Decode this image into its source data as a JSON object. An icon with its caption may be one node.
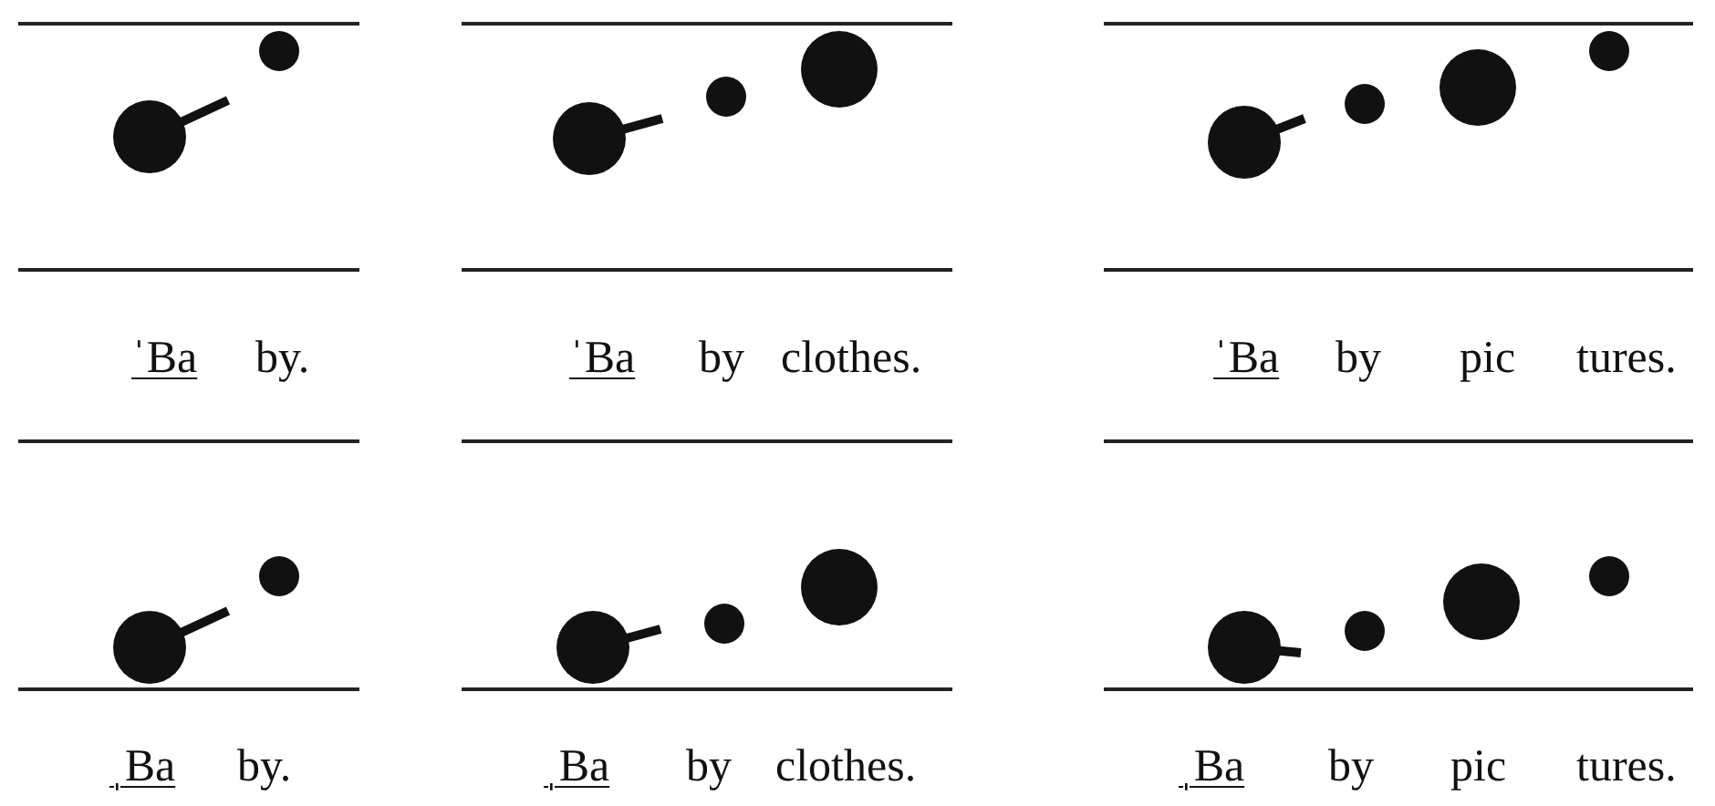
{
  "diagram": {
    "labels": [
      "ˈBa",
      "by.",
      "ˈBa",
      "by",
      "clothes.",
      "ˈBa",
      "by",
      "pic",
      "tures.",
      "ˌBa",
      "by.",
      "ˌBa",
      "by",
      "clothes.",
      "ˌBa",
      "by",
      "pic",
      "tures."
    ]
  }
}
